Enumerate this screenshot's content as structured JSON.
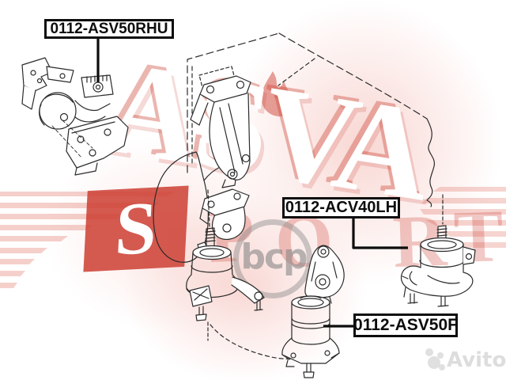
{
  "part_labels": [
    {
      "code": "0112-ASV50RHU"
    },
    {
      "code": "0112-ACV40LH"
    },
    {
      "code": "0112-ASV50F"
    }
  ],
  "watermarks": {
    "brand": "ASVA",
    "sport_letters": [
      "S",
      "P",
      "O",
      "R",
      "T"
    ],
    "center_logo_text": "bcp",
    "marketplace_logo_text": "Avito"
  },
  "icons": {
    "center_logo": "bcp-circle-badge",
    "marketplace_logo": "avito-four-dots",
    "brand_flame": "flame-icon"
  },
  "colors": {
    "background": "#ffffff",
    "line_art": "#2b2b2b",
    "label_border": "#0d0d0d",
    "watermark_red": "#cc3e32",
    "watermark_pink": "#f4bcb5",
    "watermark_gray": "#8c8c8c",
    "avito_gray": "#c6c6c6"
  }
}
